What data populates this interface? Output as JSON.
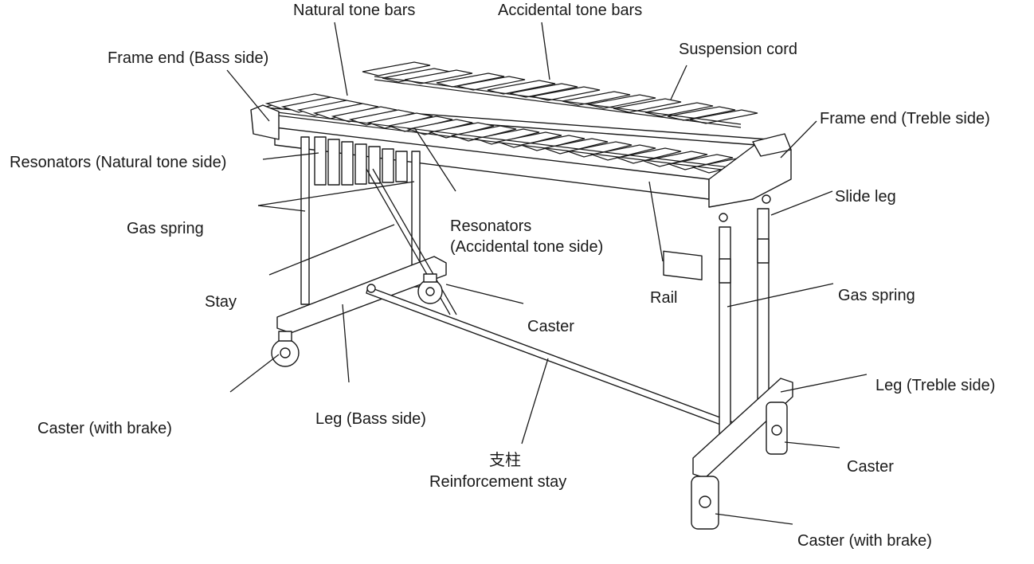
{
  "labels": {
    "natural_tone_bars": "Natural tone bars",
    "accidental_tone_bars": "Accidental tone bars",
    "suspension_cord": "Suspension cord",
    "frame_end_bass": "Frame end (Bass side)",
    "frame_end_treble": "Frame end (Treble side)",
    "resonators_natural": "Resonators (Natural tone side)",
    "slide_leg": "Slide leg",
    "gas_spring_left": "Gas spring",
    "resonators_accidental_line1": "Resonators",
    "resonators_accidental_line2": "(Accidental tone side)",
    "stay": "Stay",
    "rail": "Rail",
    "gas_spring_right": "Gas spring",
    "caster_middle": "Caster",
    "leg_treble": "Leg (Treble side)",
    "caster_brake_left": "Caster (with brake)",
    "leg_bass": "Leg (Bass side)",
    "reinforcement_stay_jp": "支柱",
    "reinforcement_stay": "Reinforcement stay",
    "caster_right": "Caster",
    "caster_brake_right": "Caster (with brake)"
  }
}
